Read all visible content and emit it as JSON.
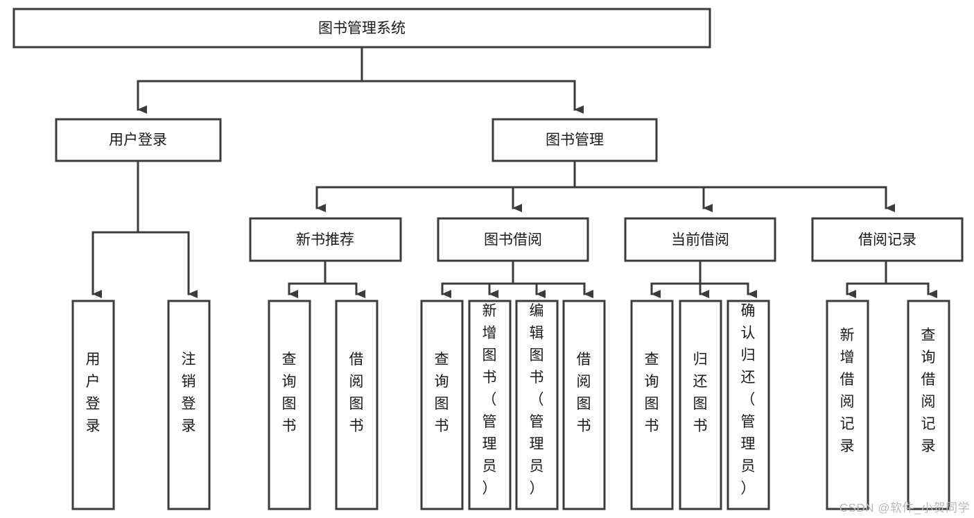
{
  "diagram": {
    "title": "图书管理系统",
    "type": "tree-hierarchy",
    "watermark": "CSDN @软件_小贺同学",
    "colors": {
      "stroke": "#3b3b3b",
      "fill": "#ffffff",
      "text": "#1a1a1a",
      "watermark": "#b9b9b9"
    },
    "levels": {
      "root": {
        "label": "图书管理系统"
      },
      "level2": [
        {
          "id": "user-login",
          "label": "用户登录"
        },
        {
          "id": "book-management",
          "label": "图书管理"
        }
      ],
      "level3": [
        {
          "id": "new-book-recommend",
          "label": "新书推荐",
          "parent": "book-management"
        },
        {
          "id": "book-borrow",
          "label": "图书借阅",
          "parent": "book-management"
        },
        {
          "id": "current-borrow",
          "label": "当前借阅",
          "parent": "book-management"
        },
        {
          "id": "borrow-record",
          "label": "借阅记录",
          "parent": "book-management"
        }
      ],
      "leaves": [
        {
          "id": "leaf-user-login",
          "label": "用户登录",
          "parent": "user-login"
        },
        {
          "id": "leaf-logout-login",
          "label": "注销登录",
          "parent": "user-login"
        },
        {
          "id": "leaf-query-book-1",
          "label": "查询图书",
          "parent": "new-book-recommend"
        },
        {
          "id": "leaf-borrow-book-1",
          "label": "借阅图书",
          "parent": "new-book-recommend"
        },
        {
          "id": "leaf-query-book-2",
          "label": "查询图书",
          "parent": "book-borrow"
        },
        {
          "id": "leaf-add-book",
          "label": "新增图书（管理员）",
          "parent": "book-borrow"
        },
        {
          "id": "leaf-edit-book",
          "label": "编辑图书（管理员）",
          "parent": "book-borrow"
        },
        {
          "id": "leaf-borrow-book-2",
          "label": "借阅图书",
          "parent": "book-borrow"
        },
        {
          "id": "leaf-query-book-3",
          "label": "查询图书",
          "parent": "current-borrow"
        },
        {
          "id": "leaf-return-book",
          "label": "归还图书",
          "parent": "current-borrow"
        },
        {
          "id": "leaf-confirm-return",
          "label": "确认归还（管理员）",
          "parent": "current-borrow"
        },
        {
          "id": "leaf-add-record",
          "label": "新增借阅记录",
          "parent": "borrow-record"
        },
        {
          "id": "leaf-query-record",
          "label": "查询借阅记录",
          "parent": "borrow-record"
        }
      ]
    }
  }
}
